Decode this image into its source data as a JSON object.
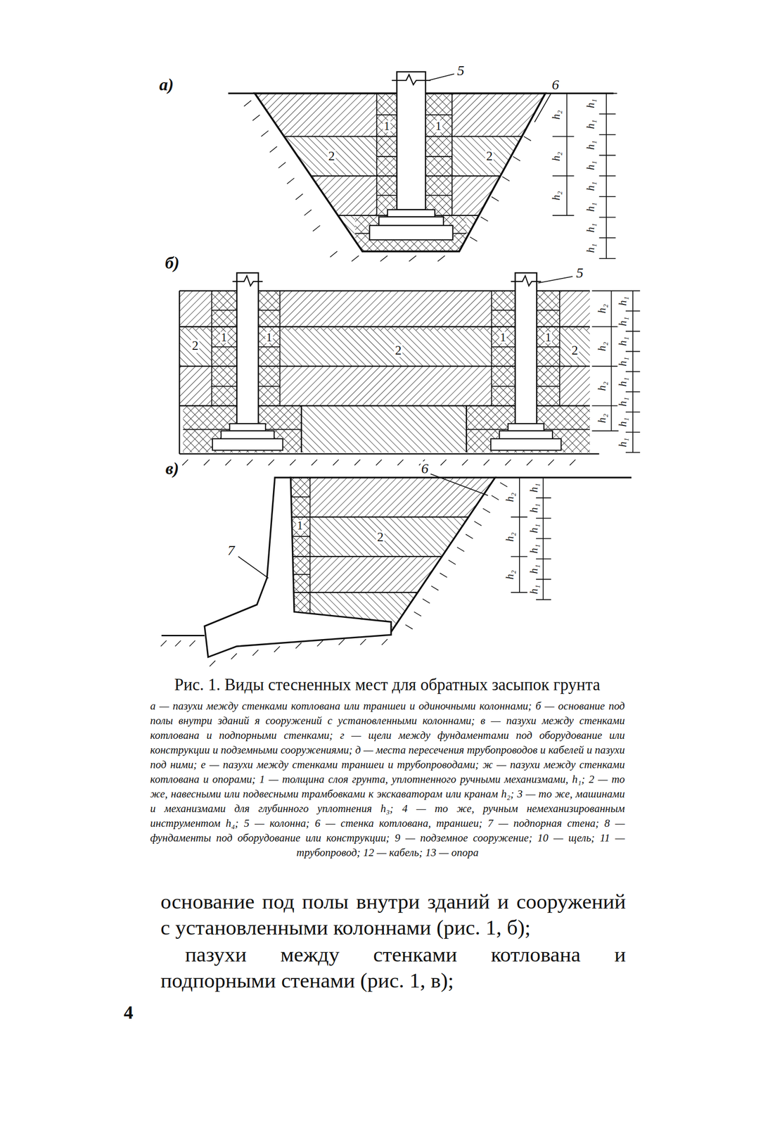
{
  "diagram": {
    "caption": "Рис. 1. Виды стесненных мест для обратных засыпок грунта",
    "labels": [
      "а)",
      "5",
      "6",
      "1",
      "1",
      "2",
      "2",
      "h₂",
      "h₂",
      "h₂",
      "h₁",
      "h₁",
      "h₁",
      "h₁",
      "h₁",
      "h₁",
      "h₁",
      "h₁",
      "б)",
      "5",
      "2",
      "1",
      "1",
      "2",
      "1",
      "1",
      "2",
      "h₂",
      "h₂",
      "h₂",
      "h₂",
      "h₁",
      "h₁",
      "h₁",
      "h₁",
      "h₁",
      "h₁",
      "h₁",
      "h₁",
      "в)",
      "6",
      "7",
      "1",
      "2",
      "h₂",
      "h₂",
      "h₂",
      "h₁",
      "h₁",
      "h₁",
      "h₁",
      "h₁",
      "h₁",
      "а — пазухи между стенками котлована или траншеи и одиночными колоннами; б — основание под полы внутри зданий я сооружений с установленными колоннами; в — пазухи между стенками котлована и подпорными стенками; г — щели между фундаментами под оборудование или конструкции и подземными сооружениями; д — места пересечения трубопроводов и кабелей и пазухи под ними; е — пазухи между стенками траншеи и трубопроводами; ж — пазухи между стенками котлована и опорами; 1 — толщина слоя грунта, уплотненного ручными механизмами, h₁; 2 — то же, навесными или подвесными трамбовками к экскаваторам или кранам h₂; 3 — то же, машинами и механизмами для глубинного уплотнения h₃; 4 — то же, ручным немеханизированным инструментом h₄; 5 — колонна; 6 — стенка котлована, траншеи; 7 — подпорная стена; 8 — фундаменты под оборудование или конструкции; 9 — подземное сооружение; 10 — щель; 11 — трубопровод; 12 — кабель; 13 — опора",
      "основание под полы внутри зданий и сооружений с установленными колоннами (рис. 1, б);",
      "пазухи между стенками котлована и подпорными стенами (рис. 1, в);",
      "4"
    ]
  }
}
